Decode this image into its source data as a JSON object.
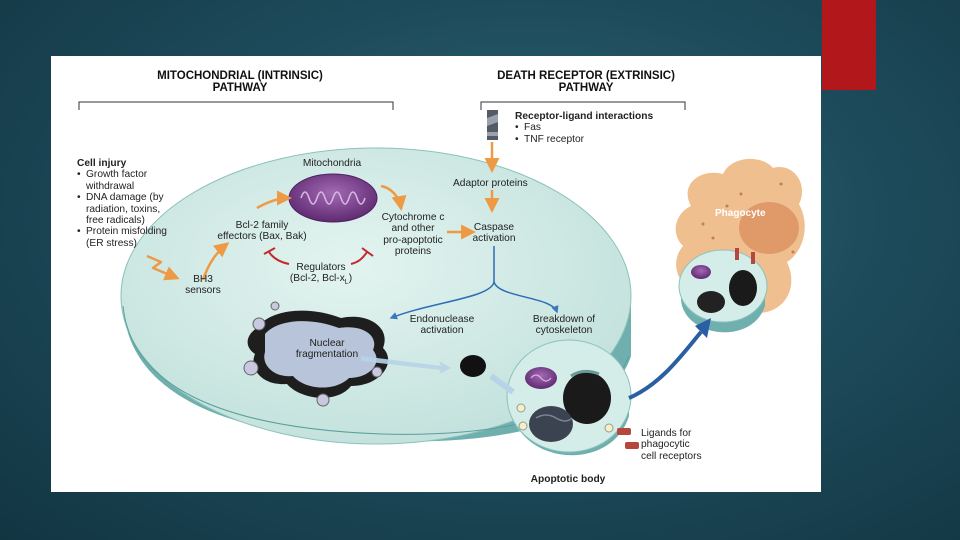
{
  "headers": {
    "intrinsic": "MITOCHONDRIAL (INTRINSIC)\nPATHWAY",
    "extrinsic": "DEATH RECEPTOR (EXTRINSIC)\nPATHWAY"
  },
  "cell_injury": {
    "title": "Cell injury",
    "items": [
      "Growth factor withdrawal",
      "DNA damage (by radiation, toxins, free radicals)",
      "Protein misfolding (ER stress)"
    ]
  },
  "receptor": {
    "title": "Receptor-ligand interactions",
    "items": [
      "Fas",
      "TNF receptor"
    ]
  },
  "labels": {
    "mitochondria": "Mitochondria",
    "bcl2_effectors": "Bcl-2 family\neffectors (Bax, Bak)",
    "bh3_sensors": "BH3\nsensors",
    "cytochrome": "Cytochrome c\nand other\npro-apoptotic\nproteins",
    "regulators_line1": "Regulators",
    "regulators_line2": "(Bcl-2, Bcl-x",
    "regulators_sub": "L",
    "regulators_close": ")",
    "adaptor": "Adaptor proteins",
    "caspase": "Caspase\nactivation",
    "endonuclease": "Endonuclease\nactivation",
    "breakdown": "Breakdown of\ncytoskeleton",
    "nuclear": "Nuclear\nfragmentation",
    "ligands": "Ligands for\nphagocytic\ncell receptors",
    "apoptotic_body": "Apoptotic body",
    "phagocyte": "Phagocyte"
  },
  "colors": {
    "slide_bg": "#1e4c5c",
    "accent": "#b2171b",
    "cell_fill": "#d2ebe6",
    "cell_side": "#6fb0ae",
    "arrow": "#ee9a44",
    "inhibit": "#c2282d",
    "blue_arrow": "#2d6db5",
    "mito": "#7b3f8f",
    "phagocyte": "#f0bf8f"
  }
}
